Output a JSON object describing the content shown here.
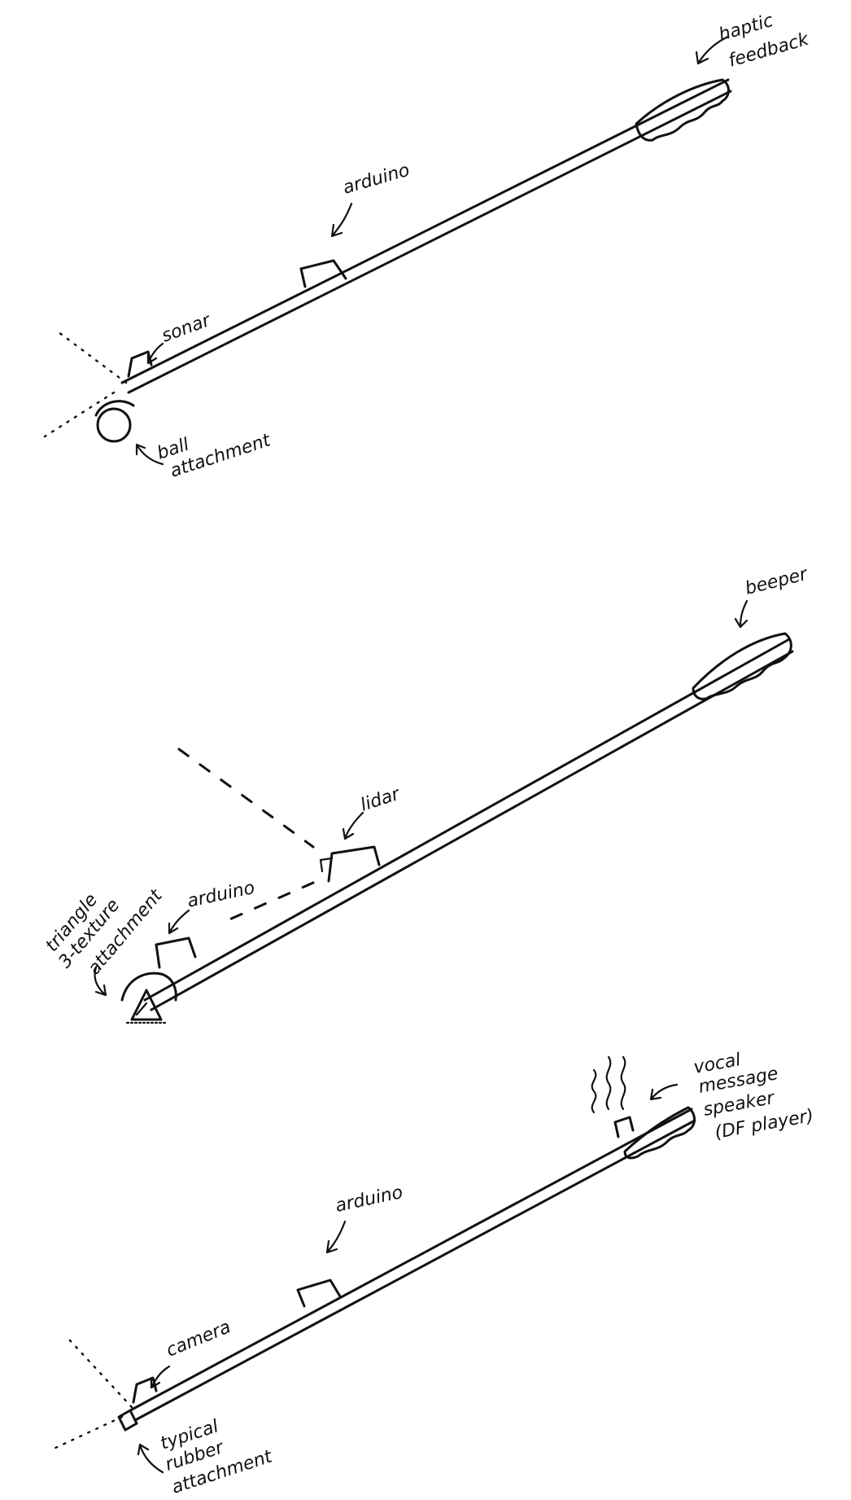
{
  "canes": [
    {
      "labels": {
        "top": [
          "haptic",
          "feedback"
        ],
        "middle": "arduino",
        "sensor": "sonar",
        "tip": [
          "ball",
          "attachment"
        ]
      }
    },
    {
      "labels": {
        "top": "beeper",
        "sensor": "lidar",
        "arduino": "arduino",
        "tip": [
          "triangle",
          "3-texture",
          "attachment"
        ]
      }
    },
    {
      "labels": {
        "top": [
          "vocal",
          "message",
          "speaker",
          "(DF player)"
        ],
        "middle": "arduino",
        "sensor": "camera",
        "tip": [
          "typical",
          "rubber",
          "attachment"
        ]
      }
    }
  ]
}
